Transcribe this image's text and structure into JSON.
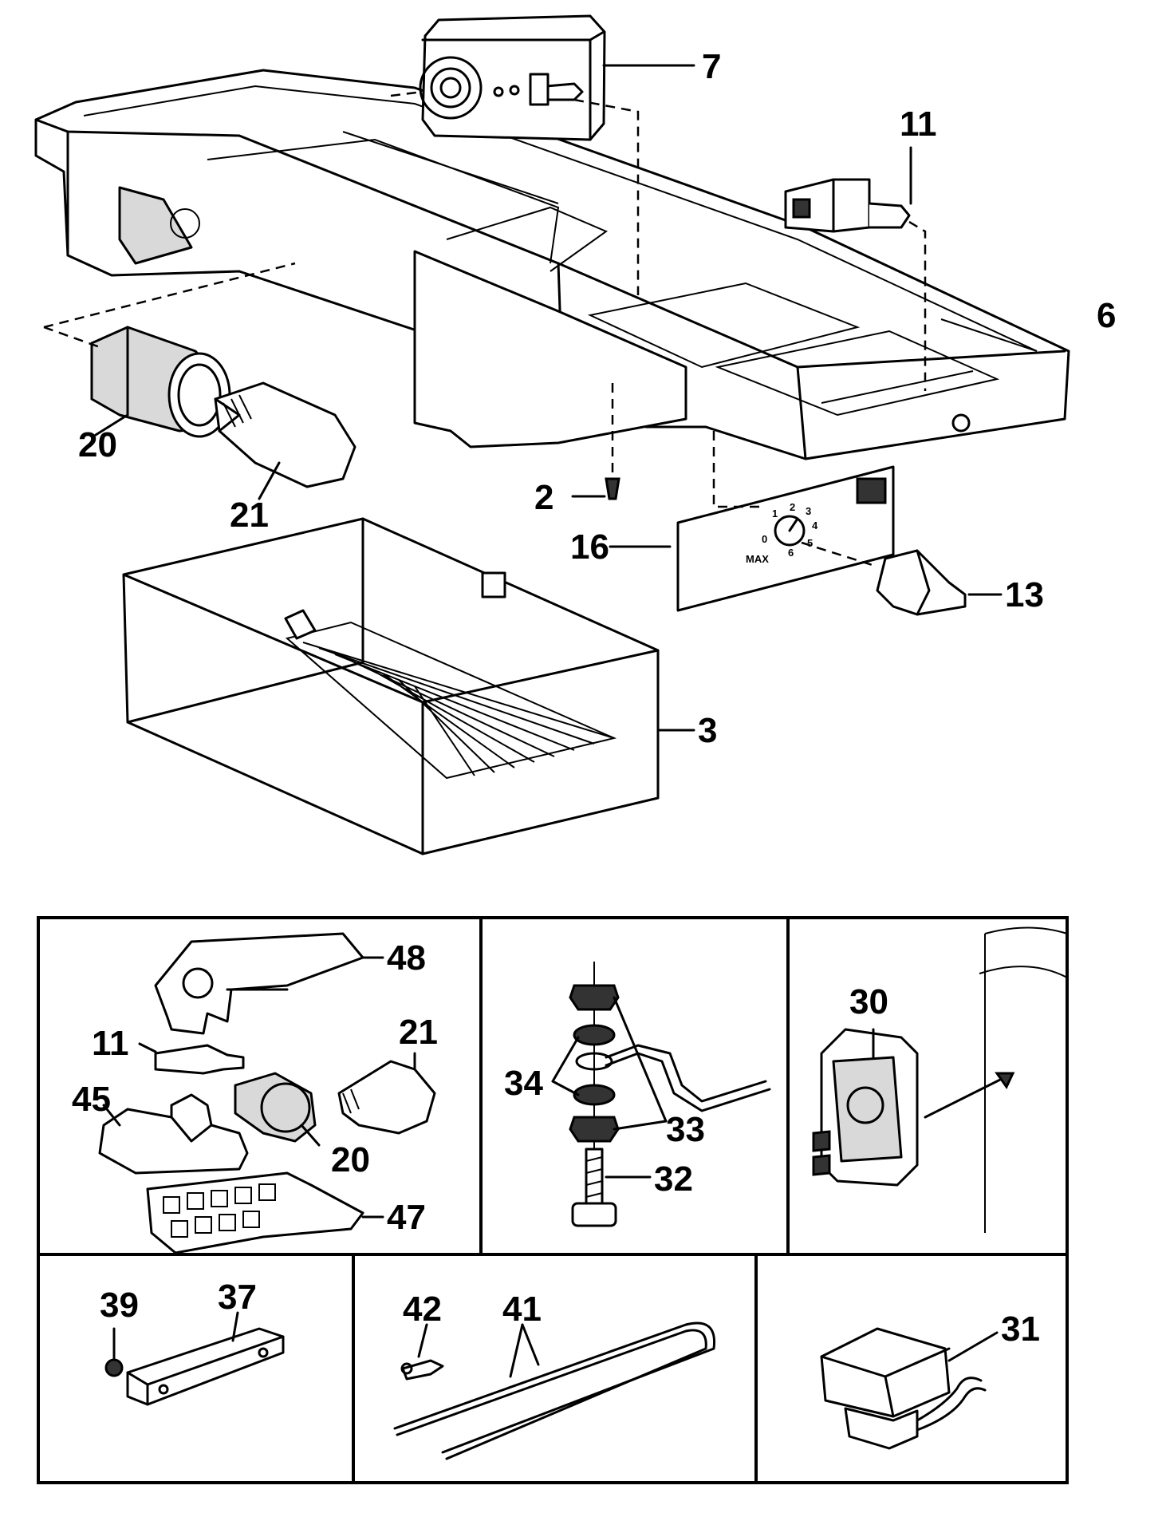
{
  "labels": {
    "p7": "7",
    "p11": "11",
    "p6": "6",
    "p20": "20",
    "p21": "21",
    "p2": "2",
    "p16": "16",
    "p13": "13",
    "p3": "3",
    "i48": "48",
    "i11": "11",
    "i21": "21",
    "i45": "45",
    "i20": "20",
    "i47": "47",
    "i34": "34",
    "i33": "33",
    "i32": "32",
    "i30": "30",
    "i39": "39",
    "i37": "37",
    "i42": "42",
    "i41": "41",
    "i31": "31"
  },
  "dial": {
    "n0": "0",
    "n1": "1",
    "n2": "2",
    "n3": "3",
    "n4": "4",
    "n5": "5",
    "n6": "6",
    "max": "MAX"
  }
}
